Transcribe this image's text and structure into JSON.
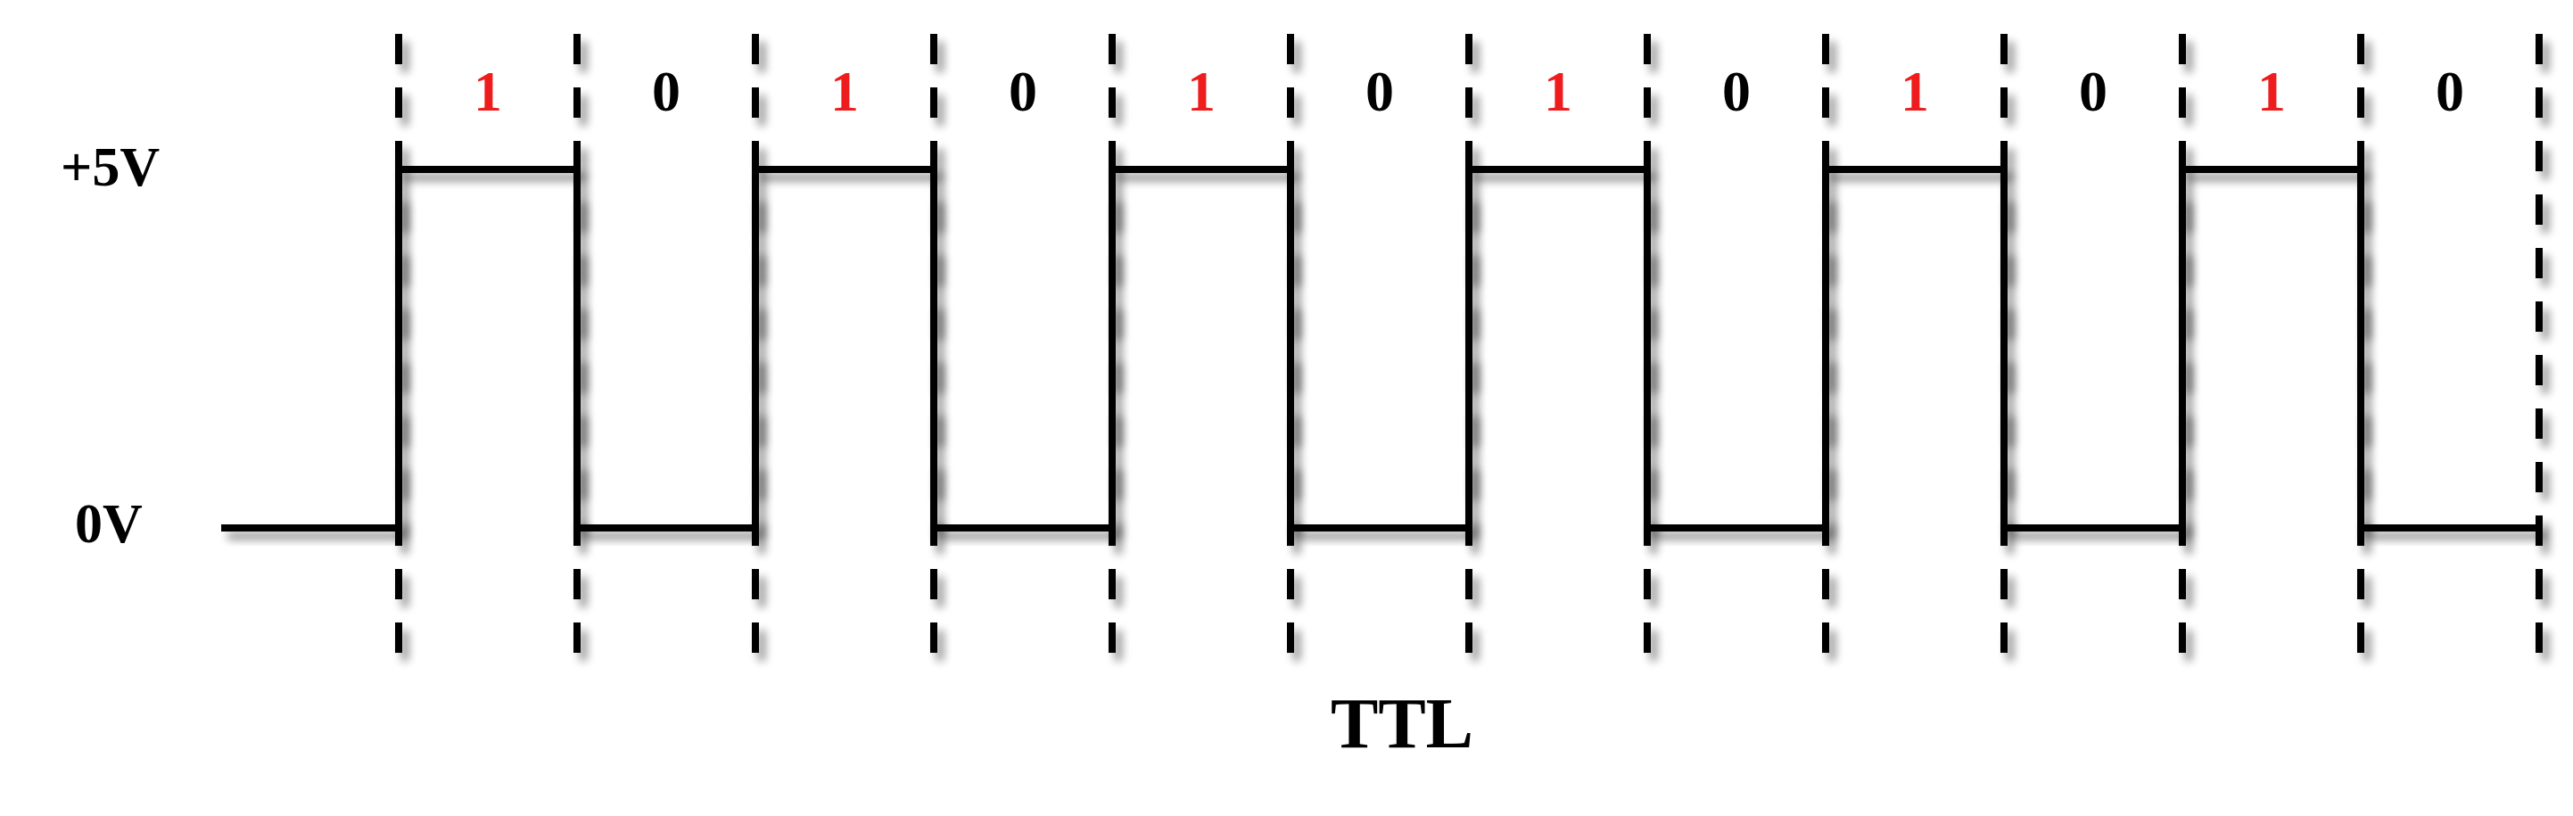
{
  "diagram": {
    "caption": "TTL",
    "levels": {
      "high_label": "+5V",
      "low_label": "0V"
    },
    "bits": [
      "1",
      "0",
      "1",
      "0",
      "1",
      "0",
      "1",
      "0",
      "1",
      "0",
      "1",
      "0"
    ],
    "colors": {
      "one_bit": "#ee1c1c",
      "zero_bit": "#000000",
      "signal": "#000000",
      "boundary": "#000000"
    }
  }
}
